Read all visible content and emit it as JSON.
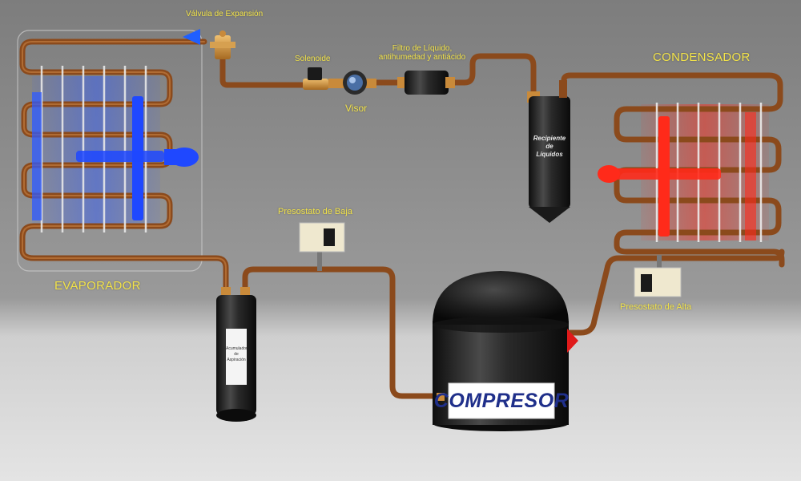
{
  "labels": {
    "expansion_valve": "Válvula de Expansión",
    "solenoid": "Solenoide",
    "filter_line1": "Filtro de Líquido,",
    "filter_line2": "antihumedad y antiácido",
    "sight_glass": "Visor",
    "condenser": "CONDENSADOR",
    "evaporator": "EVAPORADOR",
    "low_pressure_switch": "Presostato de Baja",
    "high_pressure_switch": "Presostato de Alta",
    "compressor": "COMPRESOR",
    "receiver_line1": "Recipiente",
    "receiver_line2": "de",
    "receiver_line3": "Líquidos",
    "accumulator_line1": "Acumulador",
    "accumulator_line2": "de Aspiración"
  },
  "colors": {
    "background": "#8a8a8a",
    "floor": "#d8d8d8",
    "pipe": "#8b4a1c",
    "pipe_highlight": "#b8733a",
    "label_text": "#f2e34a",
    "evaporator_cold": "#2f5bff",
    "condenser_hot": "#ff2a1a",
    "expansion_arrow": "#1f5fff",
    "compressor_body": "#1d1d1d",
    "compressor_label_text": "#1f2f8a"
  }
}
